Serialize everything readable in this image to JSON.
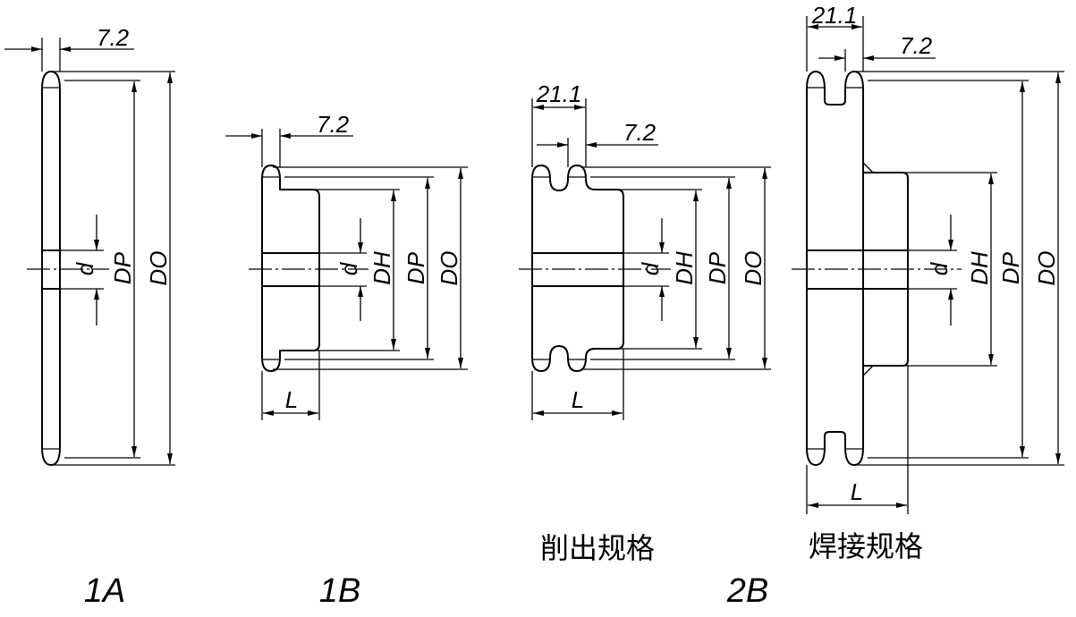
{
  "figure": {
    "type_1a": {
      "label": "1A",
      "tooth_width": "7.2",
      "bore": "d",
      "pitch_diameter": "DP",
      "outer_diameter": "DO"
    },
    "type_1b": {
      "label": "1B",
      "tooth_width": "7.2",
      "bore": "d",
      "hub_diameter": "DH",
      "pitch_diameter": "DP",
      "outer_diameter": "DO",
      "length": "L"
    },
    "type_2b": {
      "label": "2B",
      "machined": {
        "caption": "削出规格",
        "pitch": "21.1",
        "tooth_width": "7.2",
        "bore": "d",
        "hub_diameter": "DH",
        "pitch_diameter": "DP",
        "outer_diameter": "DO",
        "length": "L"
      },
      "welded": {
        "caption": "焊接规格",
        "pitch": "21.1",
        "tooth_width": "7.2",
        "bore": "d",
        "hub_diameter": "DH",
        "pitch_diameter": "DP",
        "outer_diameter": "DO",
        "length": "L"
      }
    }
  },
  "colors": {
    "ink": "#000000",
    "paper": "#ffffff"
  }
}
